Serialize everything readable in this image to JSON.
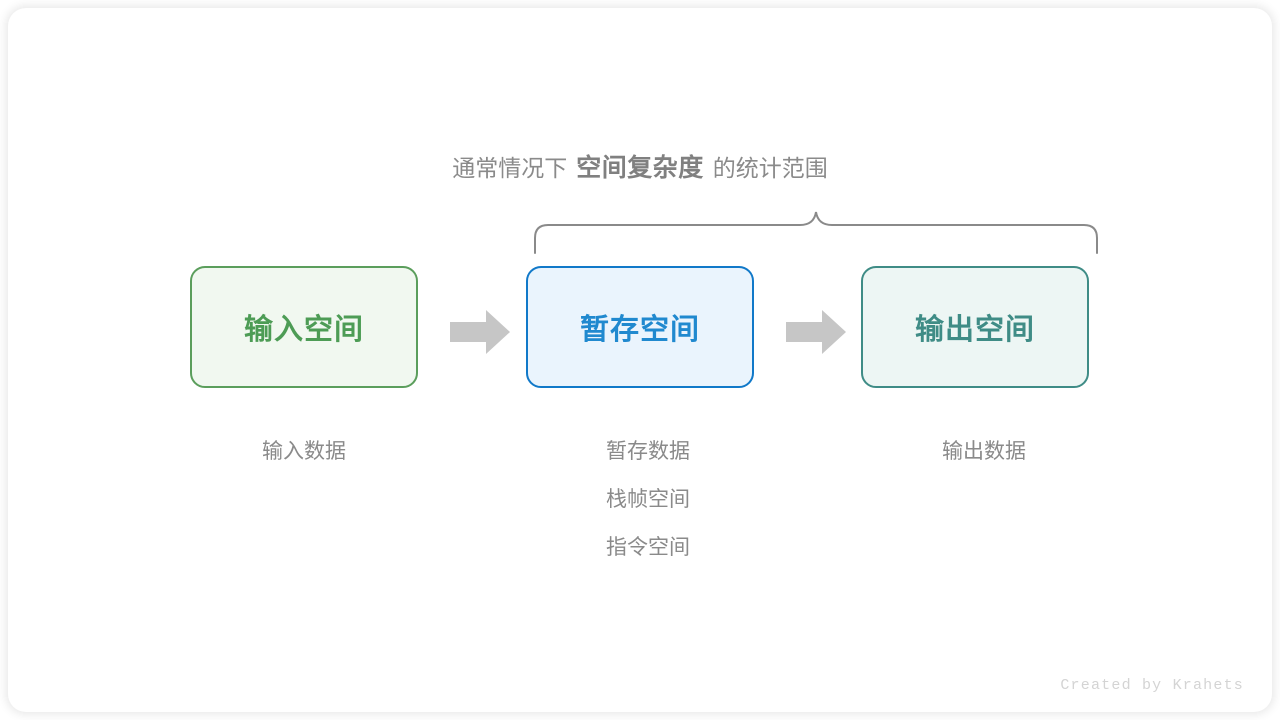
{
  "diagram": {
    "heading": {
      "prefix": "通常情况下",
      "emphasis": "空间复杂度",
      "suffix": "的统计范围"
    },
    "brace": {
      "icon": "curly-brace-up-icon",
      "color": "#8a8a8a",
      "spans_boxes": [
        "box-temp",
        "box-output"
      ]
    },
    "boxes": [
      {
        "id": "input",
        "title": "输入空间",
        "border_color": "#5b9e5c",
        "fill_color": "#f1f8f0",
        "text_color": "#4d9c55",
        "captions": [
          "输入数据"
        ]
      },
      {
        "id": "temp",
        "title": "暂存空间",
        "border_color": "#1179c9",
        "fill_color": "#eaf4fd",
        "text_color": "#2089cf",
        "captions": [
          "暂存数据",
          "栈帧空间",
          "指令空间"
        ]
      },
      {
        "id": "output",
        "title": "输出空间",
        "border_color": "#3f8c86",
        "fill_color": "#edf6f4",
        "text_color": "#3f8c86",
        "captions": [
          "输出数据"
        ]
      }
    ],
    "arrows": [
      {
        "id": "arrow-1",
        "icon": "arrow-right-icon",
        "color": "#c6c6c6"
      },
      {
        "id": "arrow-2",
        "icon": "arrow-right-icon",
        "color": "#c6c6c6"
      }
    ],
    "credit": "Created by Krahets"
  }
}
